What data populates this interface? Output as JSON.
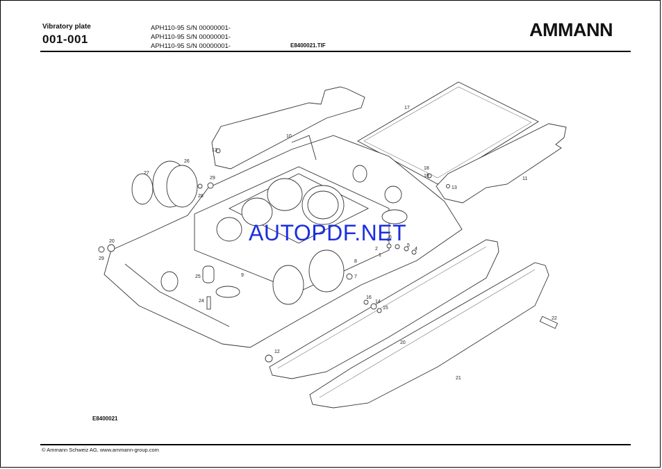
{
  "header": {
    "doc_type": "Vibratory plate",
    "doc_number": "001-001",
    "models": [
      "APH110-95 S/N 00000001-",
      "APH110-95 S/N 00000001-",
      "APH110-95 S/N 00000001-"
    ],
    "image_file": "E8400021.TIF",
    "brand": "AMMANN"
  },
  "watermark": "AUTOPDF.NET",
  "drawing_ref": "E8400021",
  "footer": {
    "copyright": "© Ammann Schweiz AG, www.ammann-group.com"
  },
  "callouts": [
    "1",
    "2",
    "3",
    "4",
    "5",
    "6",
    "7",
    "8",
    "9",
    "10",
    "11",
    "12",
    "13",
    "13",
    "14",
    "15",
    "16",
    "17",
    "18",
    "19",
    "20",
    "20",
    "21",
    "22",
    "24",
    "25",
    "26",
    "27",
    "28",
    "29",
    "29"
  ]
}
